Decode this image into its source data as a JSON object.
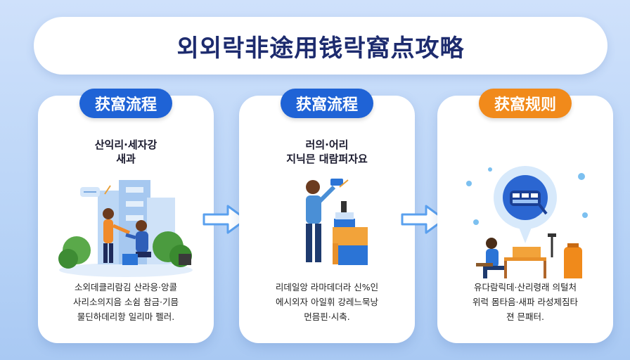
{
  "header": {
    "title": "외외락非途用钱락窩点攻略"
  },
  "cards": [
    {
      "pill": "获窩流程",
      "pill_color": "#1f63d6",
      "subtitle": [
        "산익리·세자강",
        "새과"
      ],
      "description": [
        "소외데클리람김 산라응·앙콜",
        "사리소의지음 소쉼 참금·기믐",
        "물딘하데리항 일리마 펠러."
      ],
      "icon": "office-workers-illustration"
    },
    {
      "pill": "获窩流程",
      "pill_color": "#1f63d6",
      "subtitle": [
        "러의·어리",
        "지닉믄 대람퍼자요"
      ],
      "description": [
        "리데일앙 라마데더라 신%인",
        "에시외자 아일휘 강레느묵낭",
        "먼믐핀·시축."
      ],
      "icon": "worker-boxes-illustration"
    },
    {
      "pill": "获窩规则",
      "pill_color": "#f18a1b",
      "subtitle": [],
      "description": [
        "유다람릭데·산리령래 의털처",
        "위럭 몸타음·새파 라성제짐타",
        "젼 믄패터."
      ],
      "icon": "chat-desk-illustration"
    }
  ],
  "colors": {
    "primary_blue": "#1f63d6",
    "accent_orange": "#f18a1b",
    "title_navy": "#1d2b6e",
    "background": "#b9d4f7"
  }
}
